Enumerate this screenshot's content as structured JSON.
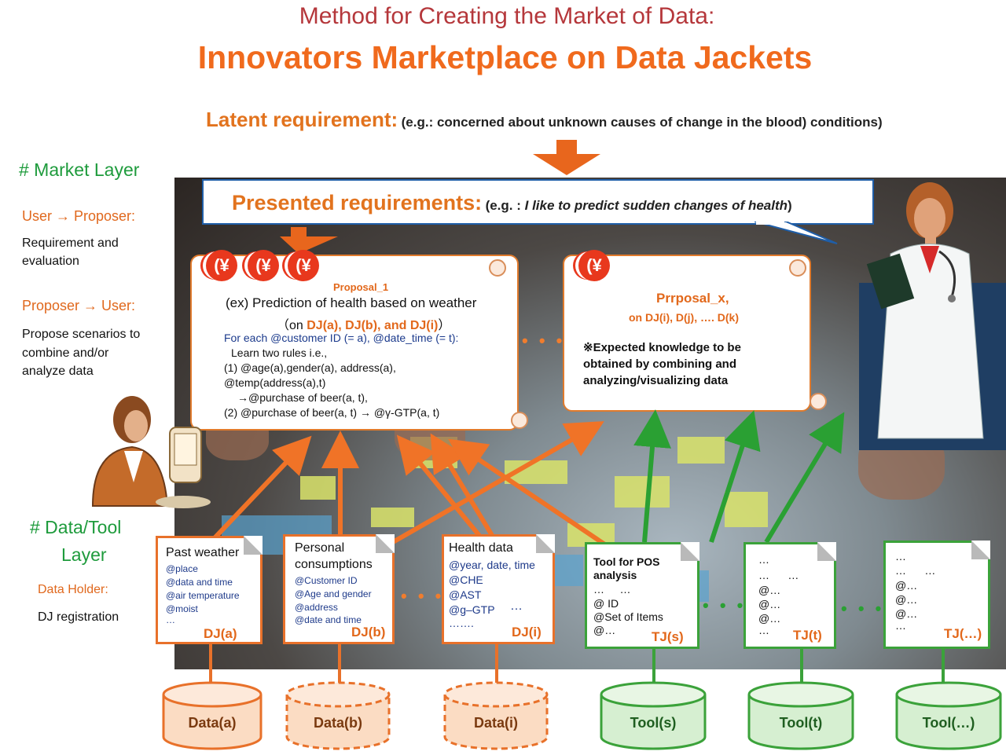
{
  "title": {
    "line1": "Method for Creating the Market of Data:",
    "line2": "Innovators Marketplace on Data Jackets"
  },
  "latent": {
    "heading": "Latent requirement",
    "colon": ":",
    "example": "(e.g.: concerned about unknown causes of change in the blood) conditions)"
  },
  "presented": {
    "heading": "Presented requirements:",
    "example_prefix": "(e.g. : ",
    "example_italic": "I like to predict sudden changes of health",
    "example_suffix": ")"
  },
  "left": {
    "market_layer": "# Market Layer",
    "user_proposer": "User → Proposer:",
    "req_eval_1": "Requirement and",
    "req_eval_2": "evaluation",
    "proposer_user": "Proposer → User:",
    "propose_1": "Propose scenarios to",
    "propose_2": "combine and/or",
    "propose_3": "analyze data",
    "data_tool_layer_1": "# Data/Tool",
    "data_tool_layer_2": "Layer",
    "data_holder": "Data Holder:",
    "dj_registration": "DJ registration"
  },
  "proposal1": {
    "label": "Proposal_1",
    "title": "(ex) Prediction of health based on weather",
    "on_open": "（on ",
    "on_djs": "DJ(a), DJ(b), and DJ(i)",
    "on_close": "）",
    "line1": "For each @customer ID (= a), @date_time (= t):",
    "line2": "Learn two rules i.e.,",
    "line3": "(1) @age(a),gender(a), address(a),",
    "line4": "@temp(address(a),t)",
    "line5": "→@purchase of beer(a, t),",
    "line6": "(2) @purchase of beer(a, t) →  @γ-GTP(a, t)"
  },
  "proposalx": {
    "title": "Prrposal_x,",
    "on": "on DJ(i), D(j), …. D(k)",
    "line1": "※Expected knowledge to be",
    "line2": "obtained by combining and",
    "line3": "analyzing/visualizing data"
  },
  "yen_symbol": "(¥",
  "dots": "• • •",
  "dj_cards": [
    {
      "title": "Past weather",
      "items": [
        "@place",
        "@data and time",
        "@air temperature",
        "@moist",
        "…"
      ],
      "label": "DJ(a)"
    },
    {
      "title1": "Personal",
      "title2": "consumptions",
      "items": [
        "@Customer ID",
        "@Age and gender",
        "@address",
        "@date and time"
      ],
      "label": "DJ(b)"
    },
    {
      "title": "Health data",
      "items": [
        "@year, date, time",
        "@CHE",
        "@AST",
        "@g–GTP",
        "……."
      ],
      "extra": "…",
      "label": "DJ(i)"
    }
  ],
  "tj_cards": [
    {
      "title1": "Tool for POS",
      "title2": "analysis",
      "items": [
        "…     …",
        "@ ID",
        "@Set of Items",
        "@…"
      ],
      "label": "TJ(s)"
    },
    {
      "items": [
        "…",
        "…      …",
        "@…",
        "@…",
        "@…",
        "…"
      ],
      "label": "TJ(t)"
    },
    {
      "items": [
        "…",
        "…      …",
        "@…",
        "@…",
        "@…",
        "…"
      ],
      "label": "TJ(…)"
    }
  ],
  "cylinders": [
    {
      "label": "Data(a)",
      "style": "solid",
      "color": "#e8712a"
    },
    {
      "label": "Data(b)",
      "style": "dashed",
      "color": "#e8712a"
    },
    {
      "label": "Data(i)",
      "style": "dashed",
      "color": "#e8712a"
    },
    {
      "label": "Tool(s)",
      "style": "solid",
      "color": "#3ba23a"
    },
    {
      "label": "Tool(t)",
      "style": "solid",
      "color": "#3ba23a"
    },
    {
      "label": "Tool(…)",
      "style": "solid",
      "color": "#3ba23a"
    }
  ],
  "colors": {
    "orange": "#f06a1d",
    "green": "#1e9b3c",
    "title_red": "#b5373b",
    "blue": "#1f5ea8"
  }
}
